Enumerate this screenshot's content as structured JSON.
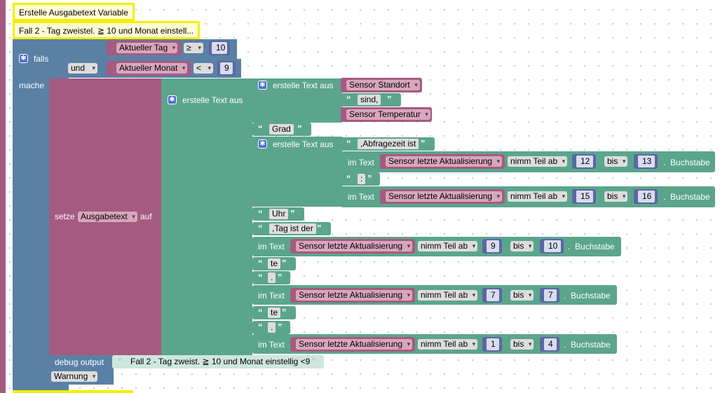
{
  "comments": {
    "title": "Erstelle Ausgabetext Variable",
    "case": "Fall 2 - Tag zweistel. ≧ 10 und Monat einstell..."
  },
  "if_block": {
    "keyword": "falls",
    "cond1": {
      "var": "Aktueller Tag",
      "op": "≥",
      "value": "10"
    },
    "join": "und",
    "cond2": {
      "var": "Aktueller Monat",
      "op": "<",
      "value": "9"
    },
    "do_keyword": "mache"
  },
  "set_block": {
    "prefix": "setze",
    "variable": "Ausgabetext",
    "suffix": "auf"
  },
  "create_text": {
    "label": "erstelle Text aus",
    "inner1": {
      "label": "erstelle Text aus",
      "items": [
        "Sensor Standort",
        "sind,",
        "Sensor Temperatur"
      ]
    },
    "grad": "Grad",
    "inner2": {
      "label": "erstelle Text aus",
      "s1": ",Abfragezeit ist",
      "sub1": {
        "prefix": "im Text",
        "var": "Sensor letzte Aktualisierung",
        "op": "nimm Teil ab",
        "from": "12",
        "mid": "bis",
        "to": "13",
        "suffix": "Buchstabe"
      },
      "colon": ":",
      "sub2": {
        "prefix": "im Text",
        "var": "Sensor letzte Aktualisierung",
        "op": "nimm Teil ab",
        "from": "15",
        "mid": "bis",
        "to": "16",
        "suffix": "Buchstabe"
      }
    },
    "uhr": "Uhr",
    "tag": ",Tag ist der",
    "sub3": {
      "prefix": "im Text",
      "var": "Sensor letzte Aktualisierung",
      "op": "nimm Teil ab",
      "from": "9",
      "mid": "bis",
      "to": "10",
      "suffix": "Buchstabe"
    },
    "te1": "te",
    "dot1": ".",
    "sub4": {
      "prefix": "im Text",
      "var": "Sensor letzte Aktualisierung",
      "op": "nimm Teil ab",
      "from": "7",
      "mid": "bis",
      "to": "7",
      "suffix": "Buchstabe"
    },
    "te2": "te",
    "dot2": ".",
    "sub5": {
      "prefix": "im Text",
      "var": "Sensor letzte Aktualisierung",
      "op": "nimm Teil ab",
      "from": "1",
      "mid": "bis",
      "to": "4",
      "suffix": "Buchstabe"
    }
  },
  "debug": {
    "label": "debug output",
    "text": "Fall 2 - Tag zweist. ≧ 10 und Monat einstellig <9",
    "level": "Warnung"
  },
  "colors": {
    "logic": "#5b80a5",
    "variable": "#a55b80",
    "text": "#5ba58c",
    "math": "#5b67a5",
    "comment_border": "#f4ef00"
  }
}
